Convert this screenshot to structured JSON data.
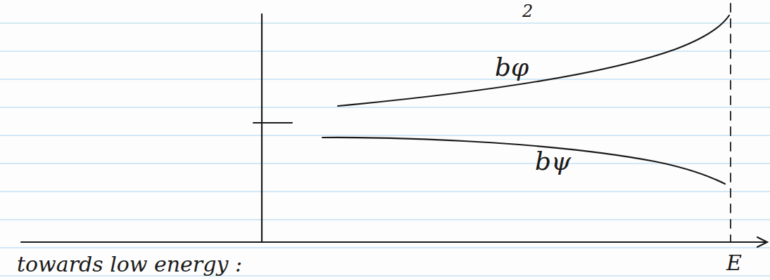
{
  "diagram": {
    "labels": [
      "2",
      "bφ",
      "bψ",
      "E",
      "towards low energy :"
    ]
  }
}
